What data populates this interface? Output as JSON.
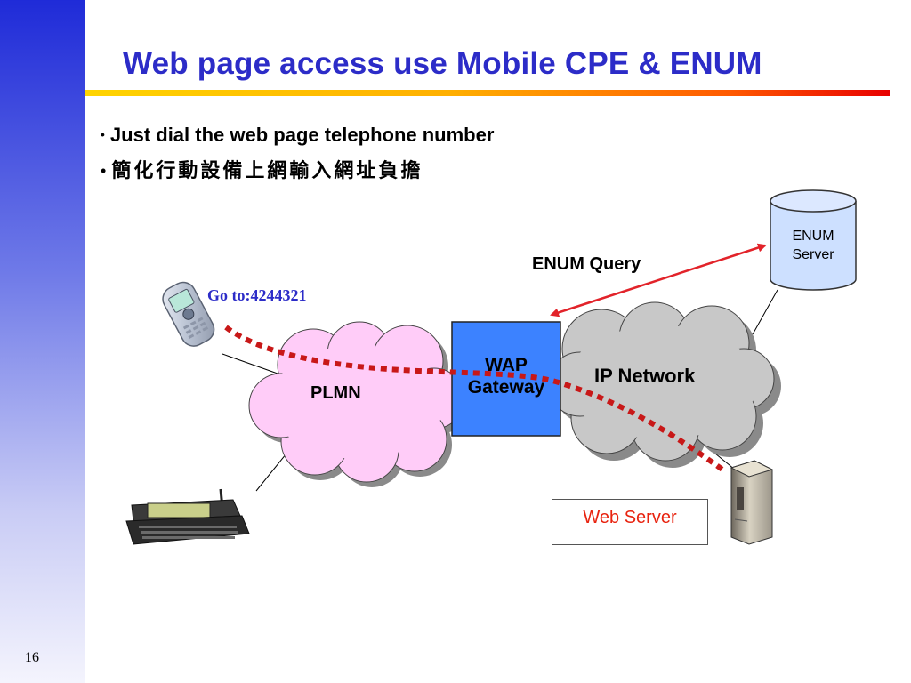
{
  "slide": {
    "title": "Web page access use Mobile CPE & ENUM",
    "page_number": "16"
  },
  "bullets": [
    {
      "marker": "•",
      "text": "Just dial the web page telephone number"
    },
    {
      "marker": "•",
      "text": "簡化行動設備上網輸入網址負擔"
    }
  ],
  "diagram": {
    "enum_query_label": "ENUM Query",
    "goto_label": "Go to:4244321",
    "plmn_label": "PLMN",
    "ip_network_label": "IP Network",
    "wap_gateway_label": "WAP\nGateway",
    "enum_server_label": "ENUM\nServer",
    "web_server_label": "Web Server",
    "colors": {
      "plmn_cloud": "#ffccf8",
      "ip_cloud": "#c8c8c8",
      "cloud_shadow": "#8a8a8a",
      "wap_box": "#3c82ff",
      "enum_cylinder": "#cde0ff",
      "arrow": "#e2232a",
      "dotted_path": "#c81818",
      "title": "#2c2cc8"
    }
  }
}
